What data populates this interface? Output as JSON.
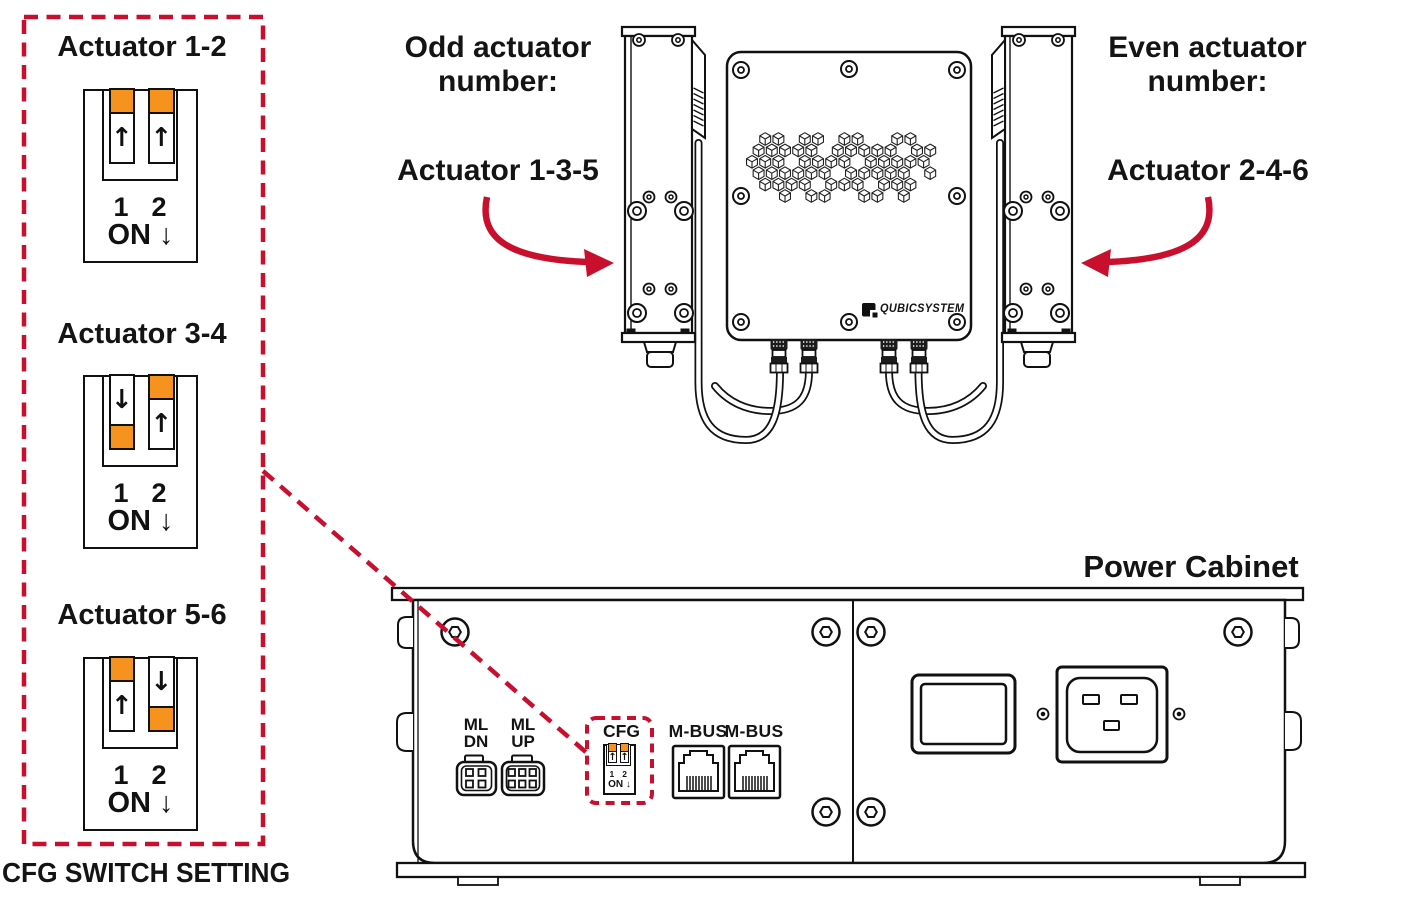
{
  "accent_color": "#c8102e",
  "switch_color": "#f6921e",
  "dip_panel": {
    "caption": "CFG SWITCH SETTING",
    "blocks": [
      {
        "title": "Actuator 1-2",
        "pin1": "1",
        "pin2": "2",
        "on": "ON ↓",
        "sw1": {
          "state": "up",
          "arrow": "↑"
        },
        "sw2": {
          "state": "up",
          "arrow": "↑"
        }
      },
      {
        "title": "Actuator 3-4",
        "pin1": "1",
        "pin2": "2",
        "on": "ON ↓",
        "sw1": {
          "state": "down",
          "arrow": "↓"
        },
        "sw2": {
          "state": "up",
          "arrow": "↑"
        }
      },
      {
        "title": "Actuator 5-6",
        "pin1": "1",
        "pin2": "2",
        "on": "ON ↓",
        "sw1": {
          "state": "up",
          "arrow": "↑"
        },
        "sw2": {
          "state": "down",
          "arrow": "↓"
        }
      }
    ]
  },
  "callouts": {
    "odd": {
      "line1": "Odd actuator",
      "line2": "number:",
      "actuators": "Actuator 1-3-5"
    },
    "even": {
      "line1": "Even actuator",
      "line2": "number:",
      "actuators": "Actuator 2-4-6"
    }
  },
  "device": {
    "brand": "QUBICSYSTEM"
  },
  "cabinet": {
    "title": "Power Cabinet",
    "ml_dn_line1": "ML",
    "ml_dn_line2": "DN",
    "ml_up_line1": "ML",
    "ml_up_line2": "UP",
    "mbus1": "M-BUS",
    "mbus2": "M-BUS",
    "cfg": {
      "label": "CFG",
      "pin1": "1",
      "pin2": "2",
      "on": "ON ↓",
      "sw1": {
        "state": "up",
        "arrow": "↑"
      },
      "sw2": {
        "state": "up",
        "arrow": "↑"
      }
    }
  }
}
